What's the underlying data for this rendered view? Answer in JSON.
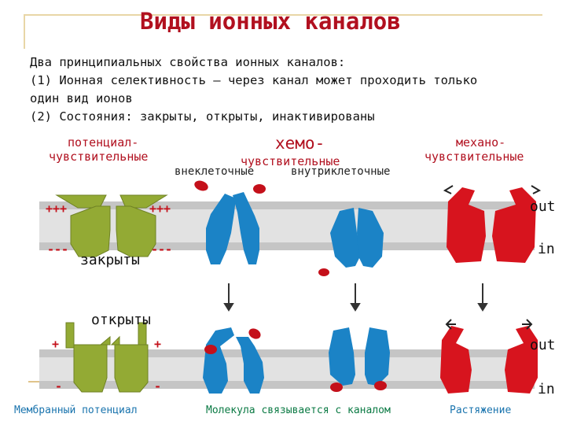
{
  "title": "Виды ионных каналов",
  "intro": {
    "line1": "Два принципиальных свойства ионных каналов:",
    "line2": "(1) Ионная селективность – через канал может проходить только",
    "line3": "один вид ионов",
    "line4": "(2) Состояния: закрыты, открыты, инактивированы"
  },
  "categories": {
    "voltage_line1": "потенциал-",
    "voltage_line2": "чувствительные",
    "chemo_line1": "хемо-",
    "chemo_line2": "чувствительные",
    "extracellular": "внеклеточные",
    "intracellular": "внутриклеточные",
    "mechano_line1": "механо-",
    "mechano_line2": "чувствительные"
  },
  "states": {
    "closed": "закрыты",
    "open": "открыты"
  },
  "charges": {
    "plus3": "+++",
    "minus3": "---",
    "plus1": "+",
    "minus1": "-"
  },
  "sides": {
    "out": "out",
    "in": "in"
  },
  "captions": {
    "voltage": "Мембранный потенциал",
    "ligand": "Молекула связывается с каналом",
    "mechano": "Растяжение"
  },
  "colors": {
    "title": "#b1101f",
    "voltage_channel": "#93aa34",
    "chemo_channel": "#1b83c6",
    "mechano_channel": "#d7141e",
    "ligand": "#c4101a",
    "membrane": "#c8c8c8"
  }
}
